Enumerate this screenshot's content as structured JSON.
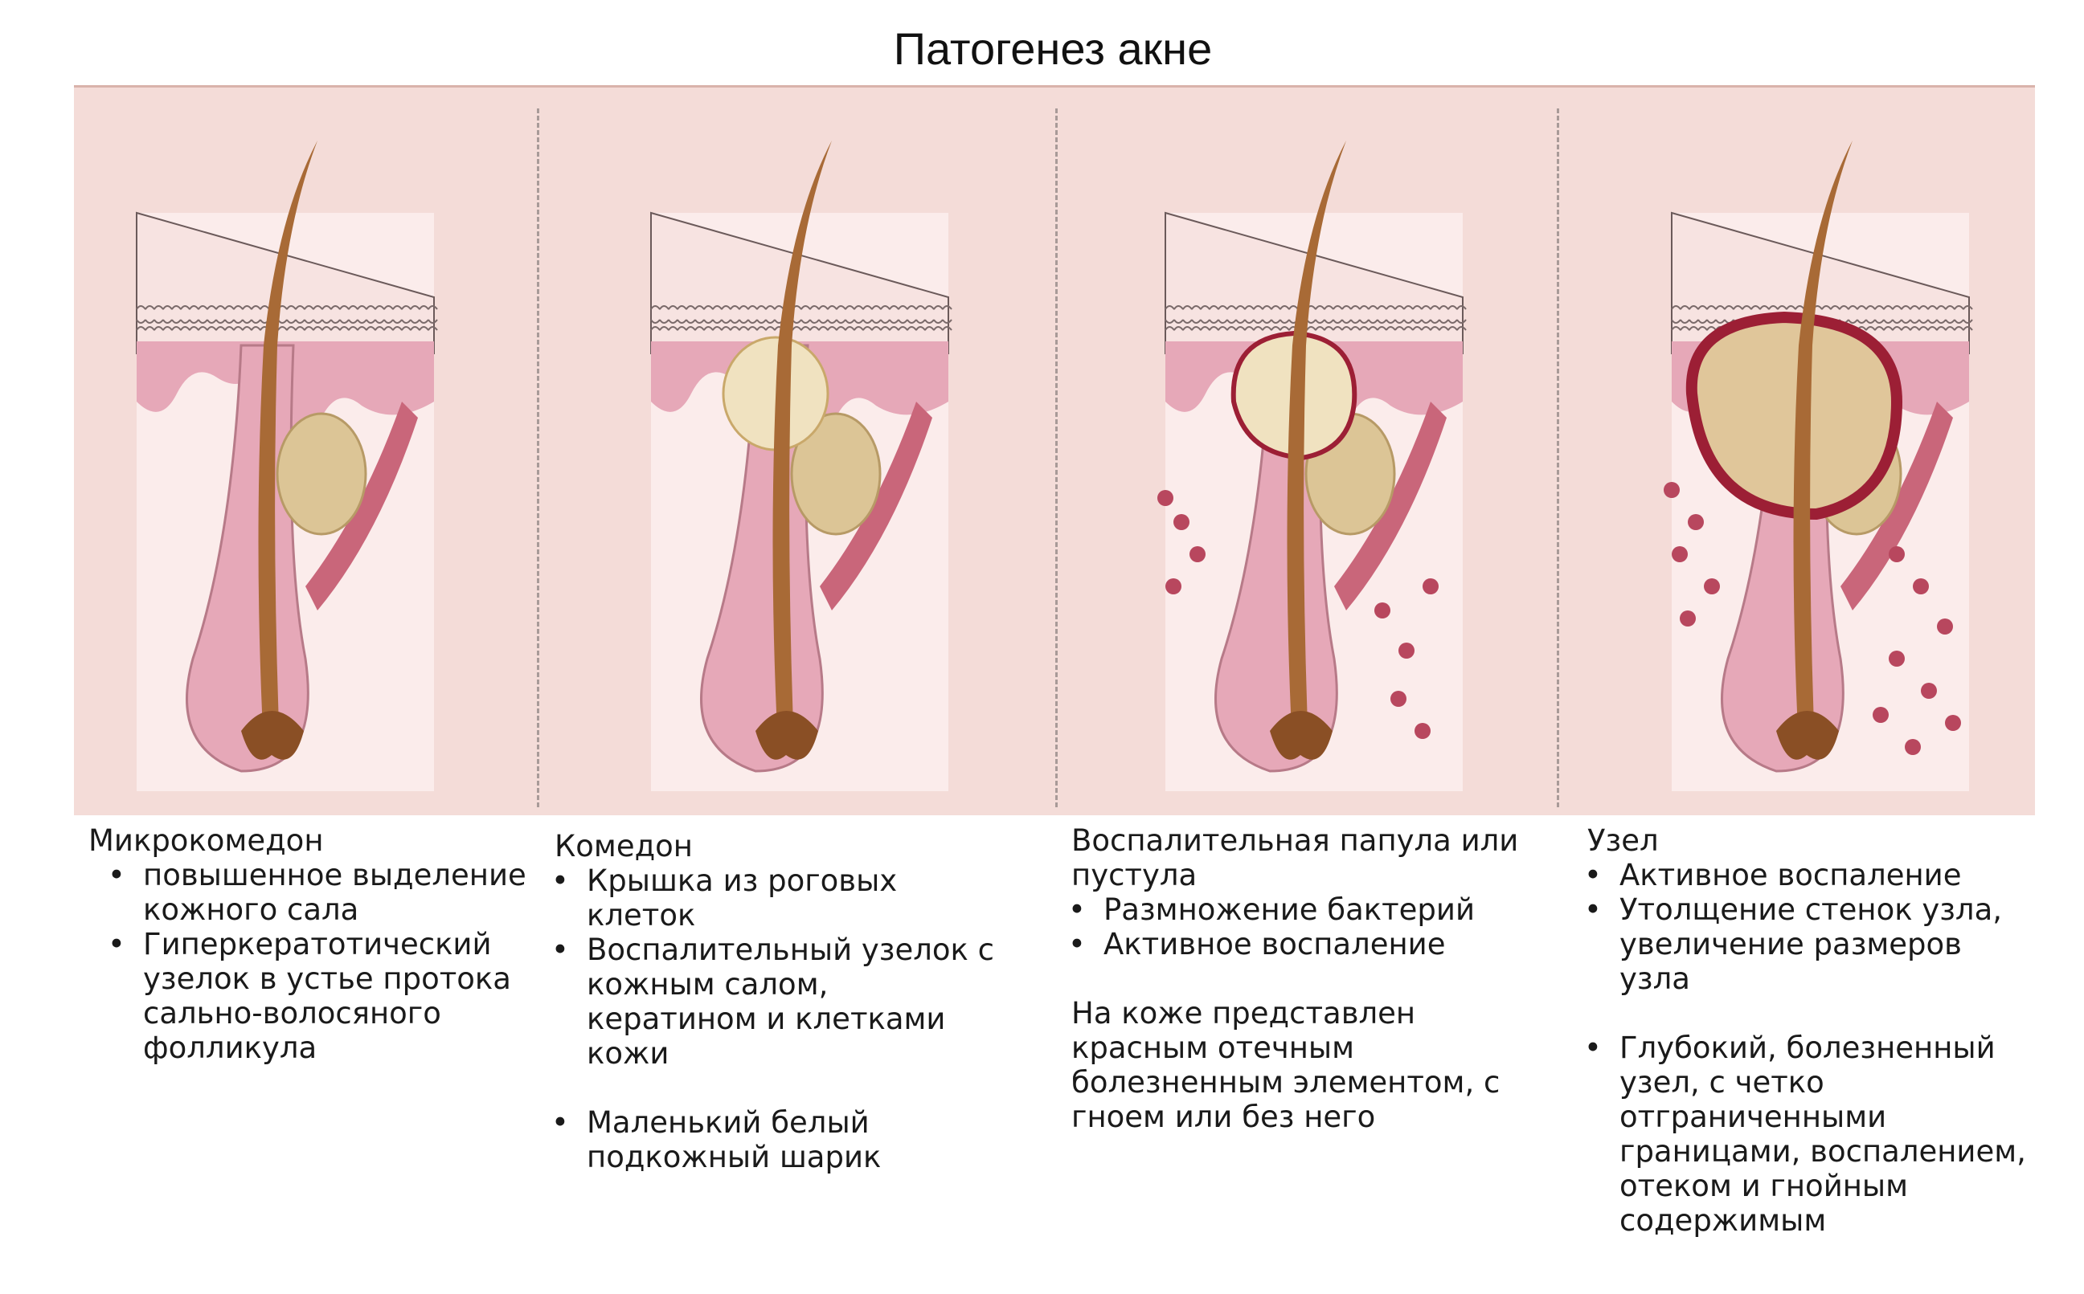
{
  "title": "Патогенез акне",
  "colors": {
    "band": "#f4dcd8",
    "skin": "#e6a8b8",
    "hair": "#a86a36",
    "sebum": "#f0e2c0",
    "inflammation": "#9c1f35",
    "gland": "#dcc596",
    "muscle": "#c9667a"
  },
  "stages": [
    {
      "label": "Микрокомедон",
      "bullets": [
        "повышенное выделение кожного сала",
        "Гиперкератотический узелок в устье протока сально-волосяного фолликула"
      ]
    },
    {
      "label": "Комедон",
      "bullets": [
        "Крышка из роговых клеток",
        "Воспалительный узелок с кожным салом, кератином и клетками кожи"
      ],
      "bullets_extra": [
        "Маленький белый подкожный шарик"
      ]
    },
    {
      "label": "Воспалительная папула или пустула",
      "bullets": [
        "Размножение бактерий",
        "Активное воспаление"
      ],
      "note": "На коже представлен красным отечным болезненным элементом, с гноем или без него"
    },
    {
      "label": "Узел",
      "bullets": [
        "Активное воспаление",
        "Утолщение стенок узла, увеличение размеров узла"
      ],
      "bullets_extra": [
        "Глубокий, болезненный узел, с четко отграниченными границами, воспалением, отеком и гнойным содержимым"
      ]
    }
  ]
}
